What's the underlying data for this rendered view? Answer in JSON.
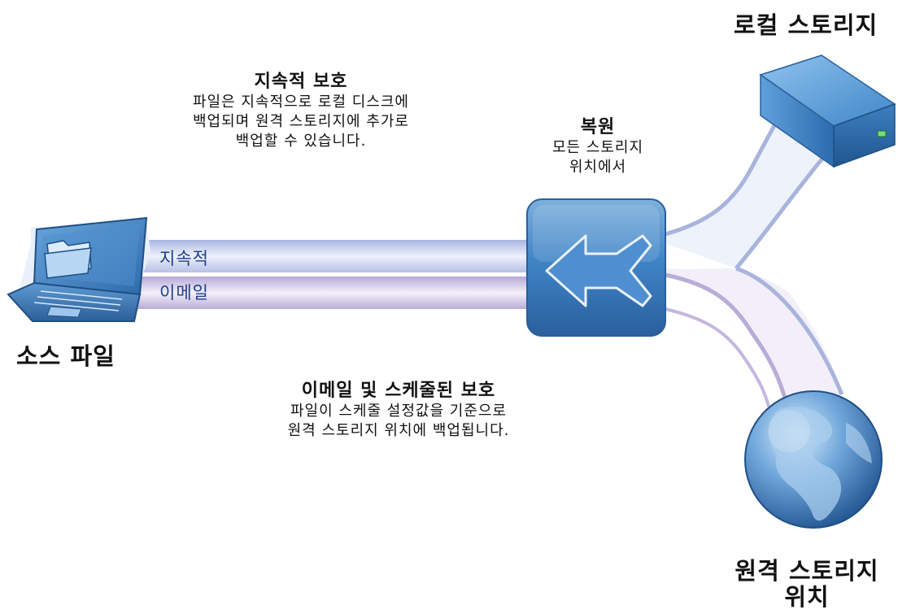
{
  "source": {
    "label": "소스 파일"
  },
  "streams": {
    "continuous": "지속적",
    "email": "이메일"
  },
  "continuous_protection": {
    "title": "지속적 보호",
    "lines": [
      "파일은 지속적으로 로컬 디스크에",
      "백업되며 원격 스토리지에 추가로",
      "백업할 수 있습니다."
    ]
  },
  "restore": {
    "title": "복원",
    "lines": [
      "모든 스토리지",
      "위치에서"
    ]
  },
  "scheduled_protection": {
    "title": "이메일 및 스케줄된 보호",
    "lines": [
      "파일이 스케줄 설정값을 기준으로",
      "원격 스토리지 위치에 백업됩니다."
    ]
  },
  "local_storage": {
    "label": "로컬 스토리지"
  },
  "remote_storage": {
    "lines": [
      "원격 스토리지",
      "위치"
    ]
  },
  "icons": {
    "laptop": "laptop-folder-icon",
    "restore": "restore-arrow-icon",
    "local": "local-storage-drive-icon",
    "remote": "globe-icon"
  }
}
